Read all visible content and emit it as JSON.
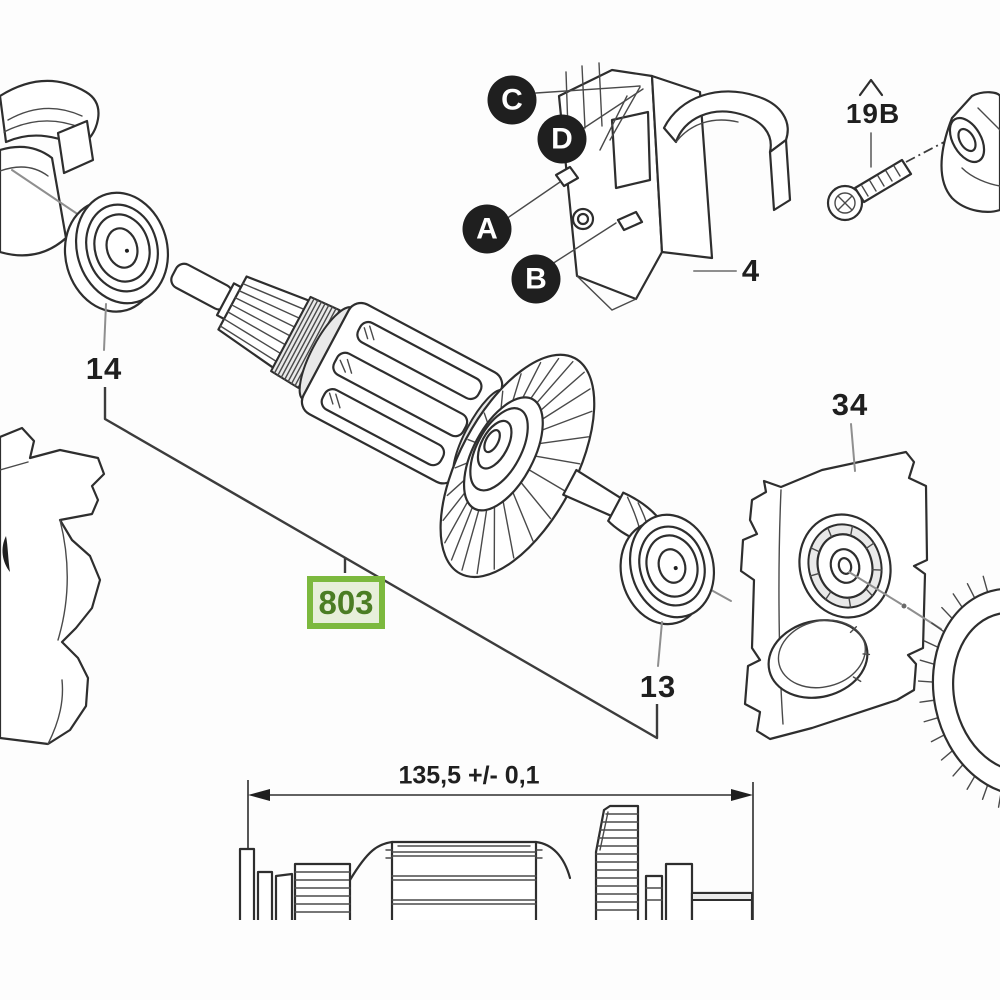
{
  "labels": {
    "part14": "14",
    "part13": "13",
    "part34": "34",
    "part4": "4",
    "part19b": "19B",
    "armature_part": "803",
    "ref_a": "A",
    "ref_b": "B",
    "ref_c": "C",
    "ref_d": "D",
    "dimension": "135,5 +/- 0,1"
  },
  "colors": {
    "ink": "#1f1f1f",
    "line": "#2e2e2e",
    "leader": "#8f8f8f",
    "shade": "#e9e9e9",
    "bg": "#fdfdfd",
    "green-border": "#7cb93e",
    "green-fill": "#e7efda",
    "green-text": "#4b7d24"
  }
}
